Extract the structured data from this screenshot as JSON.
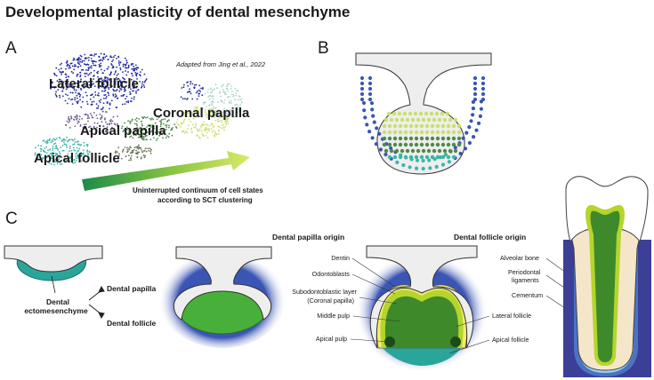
{
  "title": "Developmental plasticity of dental mesenchyme",
  "panels": {
    "A": {
      "label": "A",
      "citation": "Adapted from Jing et al., 2022",
      "clusters": {
        "lateral_follicle": "Lateral follicle",
        "coronal_papilla": "Coronal papilla",
        "apical_papilla": "Apical papilla",
        "apical_follicle": "Apical follicle"
      },
      "arrow_caption_line1": "Uninterrupted continuum of cell states",
      "arrow_caption_line2": "according to SCT clustering"
    },
    "B": {
      "label": "B"
    },
    "C": {
      "label": "C",
      "mesenchyme_line1": "Dental",
      "mesenchyme_line2": "ectomesenchyme",
      "papilla": "Dental papilla",
      "follicle": "Dental follicle",
      "papilla_origin": "Dental papilla origin",
      "follicle_origin": "Dental follicle origin",
      "left_labels": {
        "dentin": "Dentin",
        "odontoblasts": "Odontoblasts",
        "subodontoblastic_line1": "Subodontoblastic layer",
        "subodontoblastic_line2": "(Coronal papilla)",
        "middle_pulp": "Middle pulp",
        "apical_pulp": "Apical pulp"
      },
      "right_labels": {
        "alveolar_bone": "Alveolar bone",
        "periodontal_line1": "Periodontal",
        "periodontal_line2": "ligaments",
        "cementum": "Cementum",
        "lateral_follicle": "Lateral follicle",
        "apical_follicle": "Apical follicle"
      }
    }
  },
  "colors": {
    "lateral_follicle": "#1f2a9e",
    "coronal_papilla": "#c9e06a",
    "apical_papilla": "#4d8a4a",
    "apical_follicle": "#3bb5a8",
    "papilla_green": "#3e8f2c",
    "follicle_blue": "#3a55b4",
    "mesenchyme_teal": "#2aa59a"
  }
}
